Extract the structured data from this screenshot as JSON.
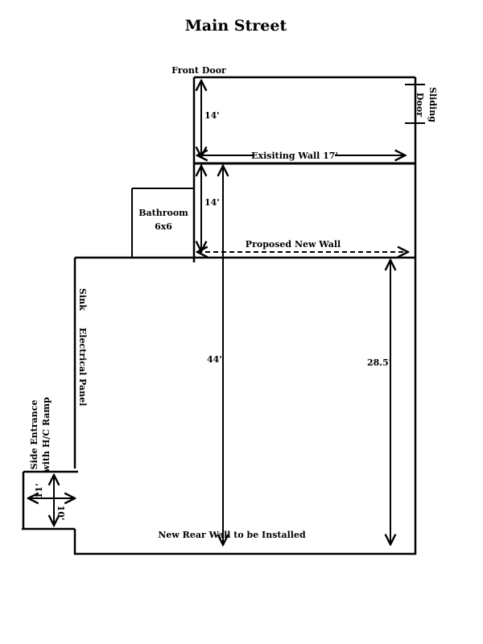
{
  "title": "Main Street",
  "labels": {
    "front_door": "Front Door",
    "sliding": "Sliding",
    "door": "Door",
    "existing_wall": "Exisiting Wall 17'",
    "bathroom": "Bathroom",
    "bathroom_size": "6x6",
    "proposed_wall": "Proposed New Wall",
    "sink": "Sink",
    "electrical_panel": "Electrical Panel",
    "side_entrance_1": "Side Entrance",
    "side_entrance_2": "with H/C Ramp",
    "rear_wall": "New Rear Wall to be Installed"
  },
  "dimensions": {
    "front_depth": "14'",
    "middle_depth": "14'",
    "total_length": "44'",
    "rear_length": "28.5'",
    "side_width": "11'",
    "side_depth": "10'"
  },
  "dimensions_ft": {
    "front_depth": 14,
    "middle_depth": 14,
    "existing_width": 17,
    "total_length": 44,
    "rear_length": 28.5,
    "side_width": 11,
    "side_depth": 10
  },
  "colors": {
    "line": "#000000",
    "background": "#ffffff"
  }
}
